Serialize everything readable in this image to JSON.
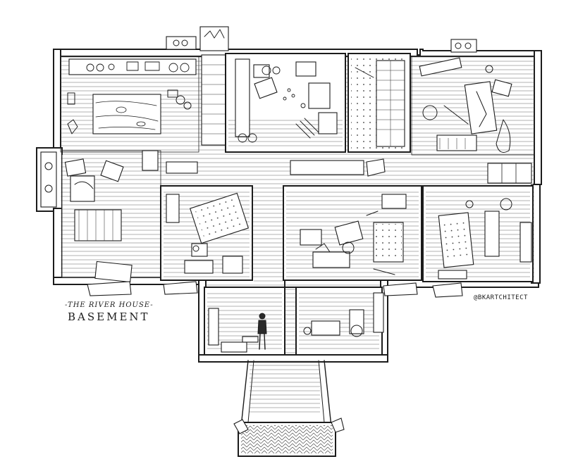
{
  "drawing": {
    "title": "-THE RIVER HOUSE-",
    "subtitle": "BASEMENT",
    "credit": "@BKARTCHITECT"
  }
}
